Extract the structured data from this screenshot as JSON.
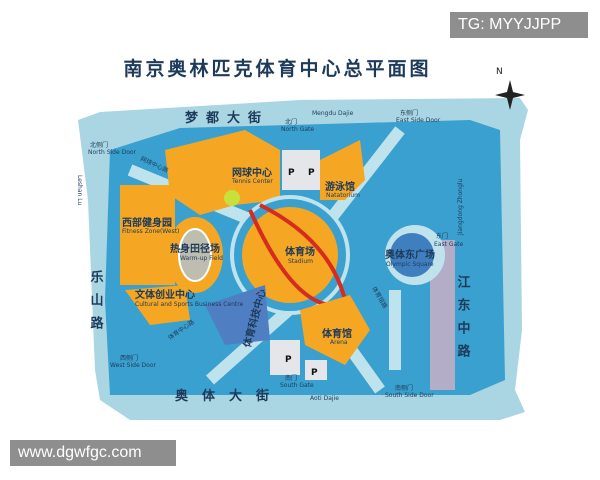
{
  "title": "南京奥林匹克体育中心总平面图",
  "watermarks": {
    "top": "TG: MYYJJPP",
    "bottom": "www.dgwfgc.com"
  },
  "compass": {
    "label": "N"
  },
  "roads": {
    "north": {
      "cn": "梦都大街",
      "en": "Mengdu Dajie"
    },
    "south": {
      "cn": "奥体大街",
      "en": "Aoti Dajie"
    },
    "west": {
      "cn": "乐山路",
      "en": "Leshan Lu"
    },
    "east": {
      "cn": "江东中路",
      "en": "Jiangdong Zhonglu"
    },
    "tennis_road": "网球中心路",
    "center_road": "体育中心路",
    "arena_road": "体育馆路"
  },
  "gates": {
    "north_side": {
      "cn": "北侧门",
      "en": "North Side Door"
    },
    "north": {
      "cn": "北门",
      "en": "North Gate"
    },
    "east_side": {
      "cn": "东侧门",
      "en": "East Side Door"
    },
    "east": {
      "cn": "东门",
      "en": "East Gate"
    },
    "west_side": {
      "cn": "西侧门",
      "en": "West Side Door"
    },
    "south": {
      "cn": "南门",
      "en": "South Gate"
    },
    "south_side": {
      "cn": "南侧门",
      "en": "South Side Door"
    }
  },
  "venues": {
    "tennis": {
      "cn": "网球中心",
      "en": "Tennis Center"
    },
    "natatorium": {
      "cn": "游泳馆",
      "en": "Natatorium"
    },
    "stadium": {
      "cn": "体育场",
      "en": "Stadium"
    },
    "warmup": {
      "cn": "热身田径场",
      "en": "Warm-up Field"
    },
    "square": {
      "cn": "奥体东广场",
      "en": "Olympic Square"
    },
    "arena": {
      "cn": "体育馆",
      "en": "Arena"
    },
    "fitness": {
      "cn": "西部健身园",
      "en": "Fitness Zone(West)"
    },
    "business": {
      "cn": "文体创业中心",
      "en": "Cultural and Sports Business Centre"
    },
    "science": {
      "cn": "体育科技中心"
    }
  },
  "parking": "P",
  "colors": {
    "land": "#a9d6e2",
    "water": "#3aa0cf",
    "venue": "#f5a623",
    "track": "#d62b1f",
    "title": "#1e3a5a"
  }
}
